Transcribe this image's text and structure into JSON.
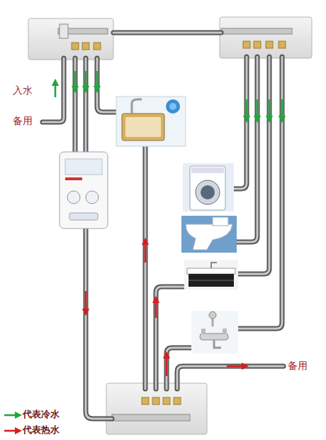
{
  "diagram": {
    "labels": [
      "入水",
      "备用",
      "备用"
    ],
    "legend": [
      {
        "text": "代表冷水"
      },
      {
        "text": "代表热水"
      }
    ]
  }
}
